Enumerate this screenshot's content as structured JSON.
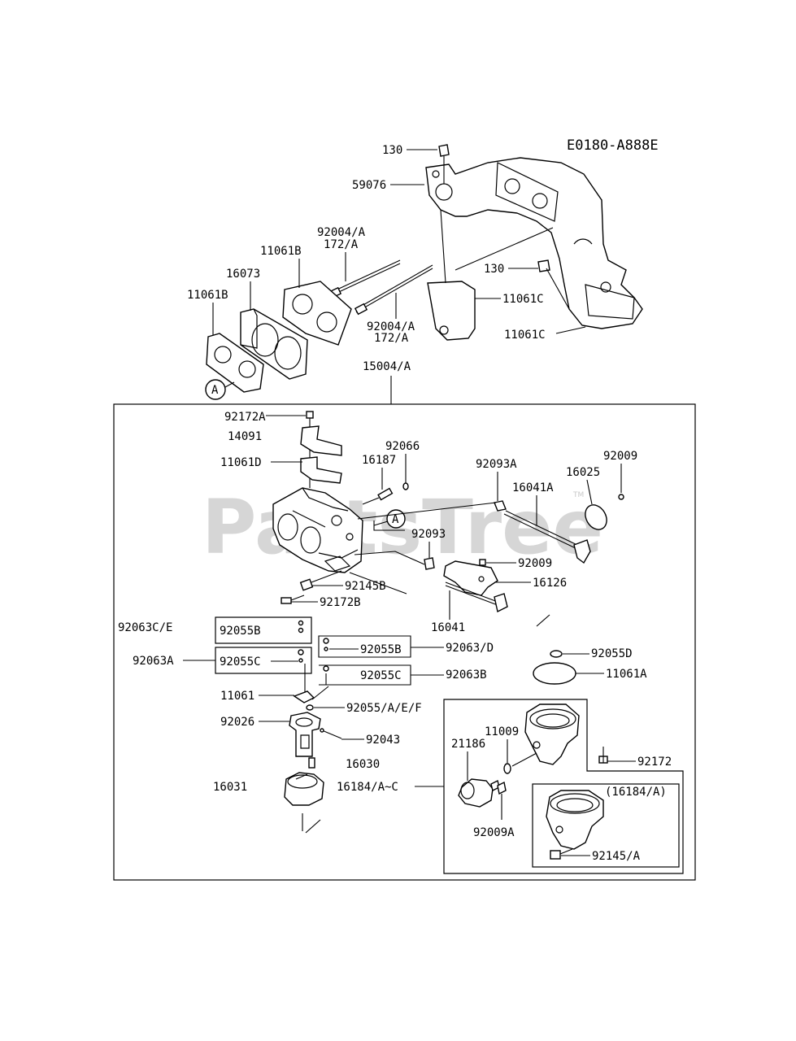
{
  "diagram": {
    "code": "E0180-A888E",
    "watermark": "PartsTree",
    "watermark_tm": "TM",
    "labels": {
      "l130a": "130",
      "l59076": "59076",
      "l92004a_1": "92004/A",
      "l172a_1": "172/A",
      "l11061b_1": "11061B",
      "l16073": "16073",
      "l11061b_2": "11061B",
      "l130b": "130",
      "l11061c_1": "11061C",
      "l92004a_2": "92004/A",
      "l172a_2": "172/A",
      "l11061c_2": "11061C",
      "l15004a": "15004/A",
      "l92172a": "92172A",
      "l14091": "14091",
      "l92066": "92066",
      "l11061d": "11061D",
      "l16187": "16187",
      "l92093a": "92093A",
      "l92009_1": "92009",
      "l16025": "16025",
      "l16041a": "16041A",
      "l92093": "92093",
      "l92009_2": "92009",
      "l16126": "16126",
      "l92145b": "92145B",
      "l92172b": "92172B",
      "l16041": "16041",
      "l92063ce": "92063C/E",
      "l92055b_box": "92055B",
      "l92055b": "92055B",
      "l92063d": "92063/D",
      "l92055d": "92055D",
      "l92063a": "92063A",
      "l92055c_box": "92055C",
      "l92055c": "92055C",
      "l92063b": "92063B",
      "l11061a": "11061A",
      "l11061": "11061",
      "l92055aef": "92055/A/E/F",
      "l92026": "92026",
      "l92043": "92043",
      "l11009": "11009",
      "l21186": "21186",
      "l92172": "92172",
      "l16030": "16030",
      "l16031": "16031",
      "l16184ac": "16184/A~C",
      "l16184a_paren": "(16184/A)",
      "l92009a": "92009A",
      "l92145a": "92145/A"
    },
    "callouts": {
      "a1": "A",
      "a2": "A"
    }
  }
}
